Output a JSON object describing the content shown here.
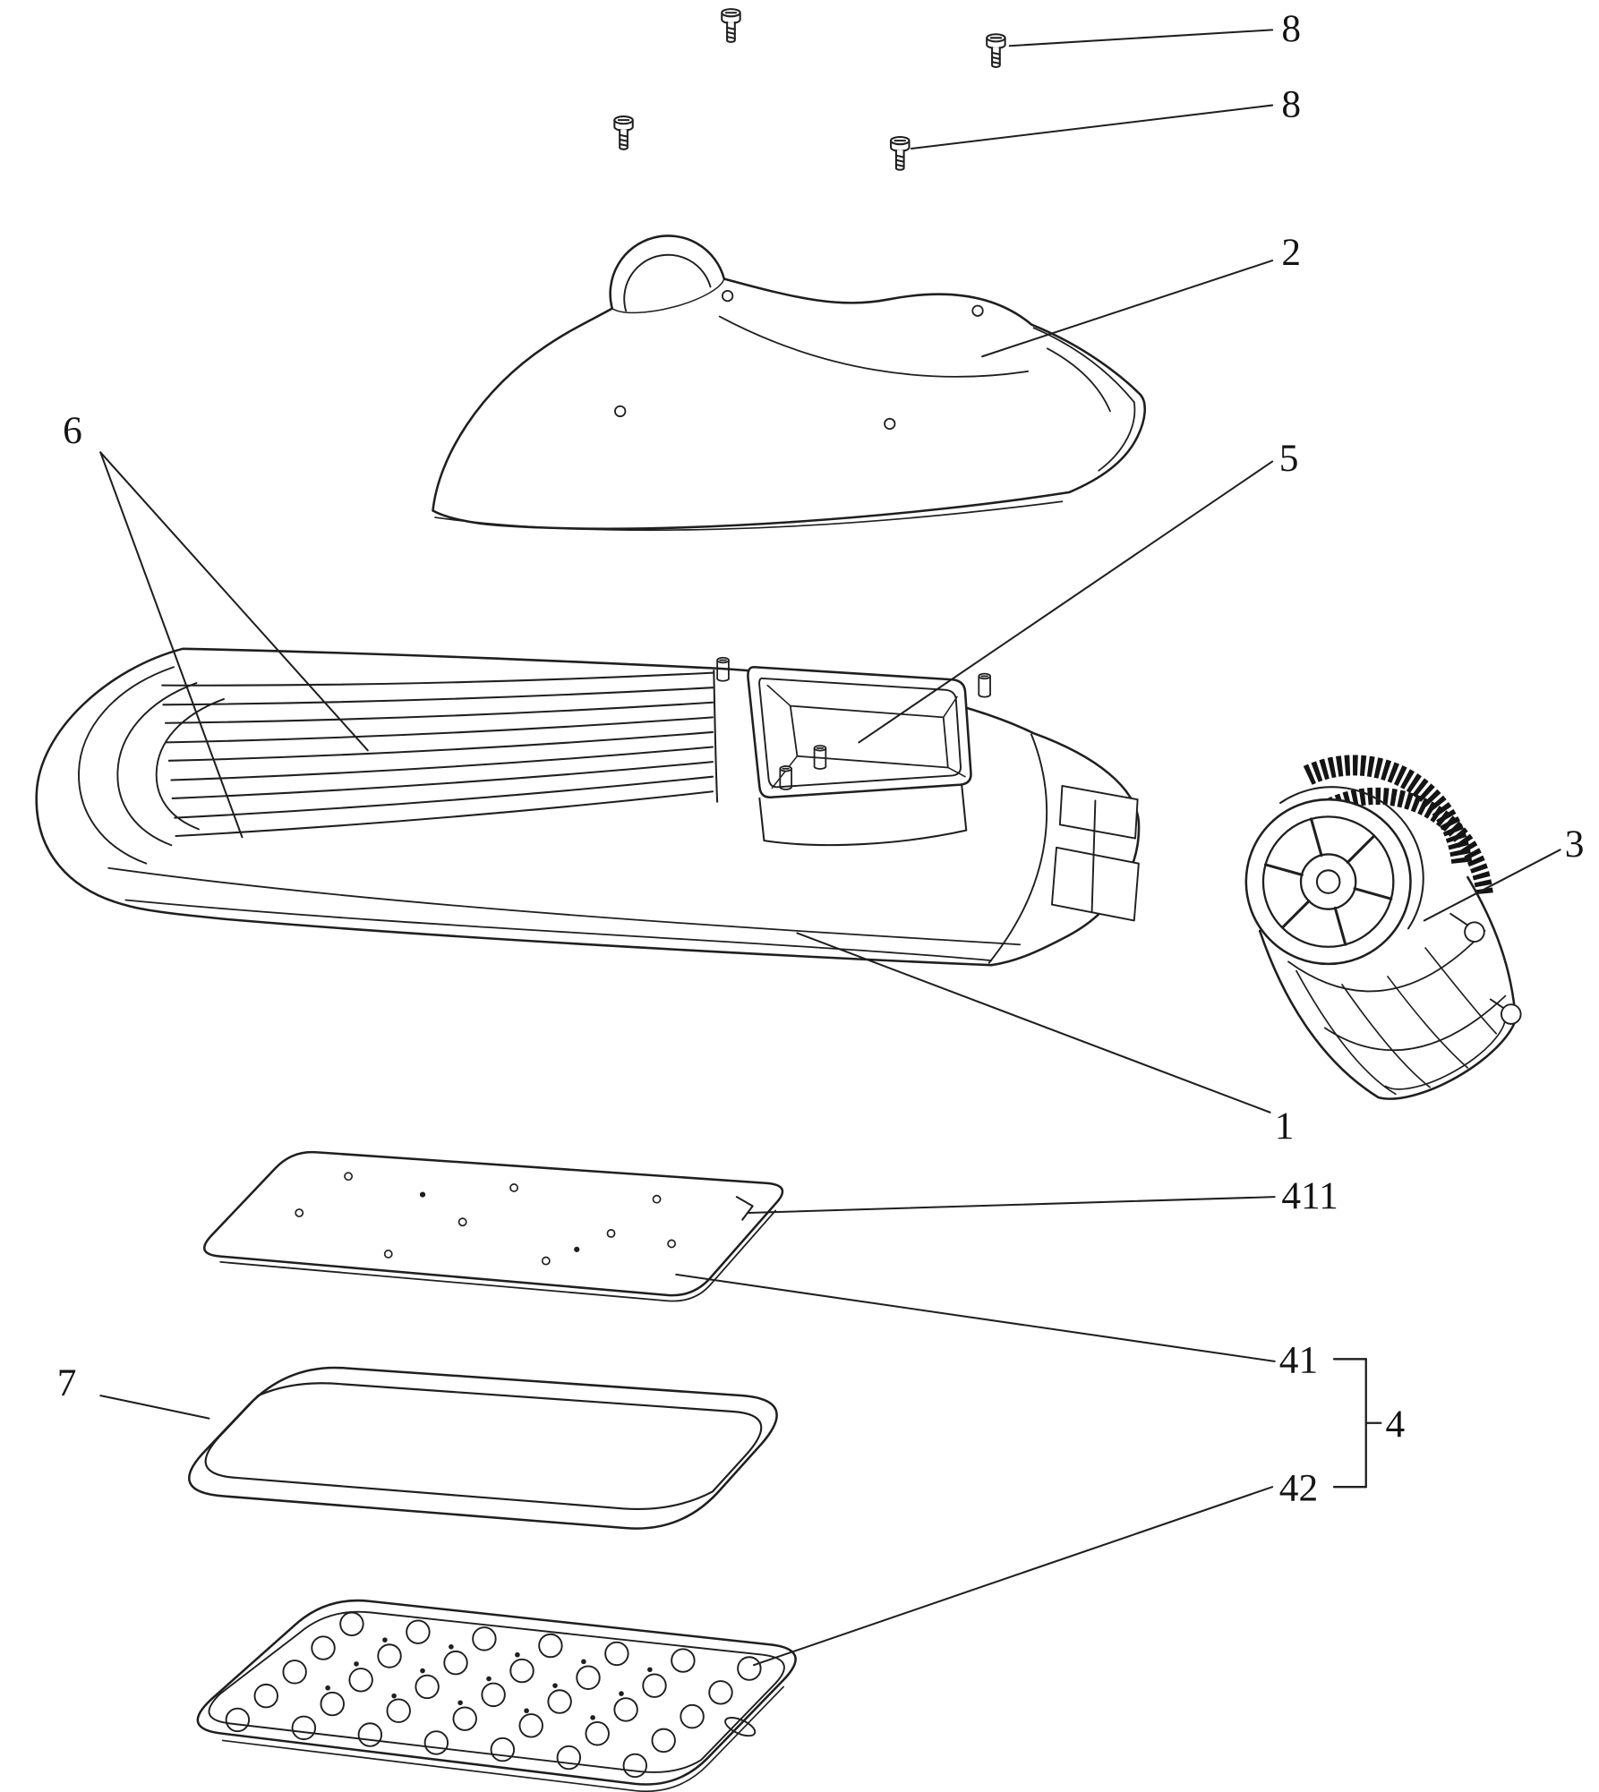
{
  "figure": {
    "background_color": "#ffffff",
    "line_color": "#1f1f1f",
    "knurl_color": "#141414",
    "label_color": "#141414"
  },
  "labels": {
    "screw_top": "8",
    "screw_mid": "8",
    "top_cover": "2",
    "heatsink_fins": "6",
    "driver_cavity": "5",
    "connector": "3",
    "housing_body": "1",
    "plate_notch": "411",
    "mounting_plate": "41",
    "optical_group": "4",
    "lens_plate": "42",
    "gasket": "7"
  }
}
